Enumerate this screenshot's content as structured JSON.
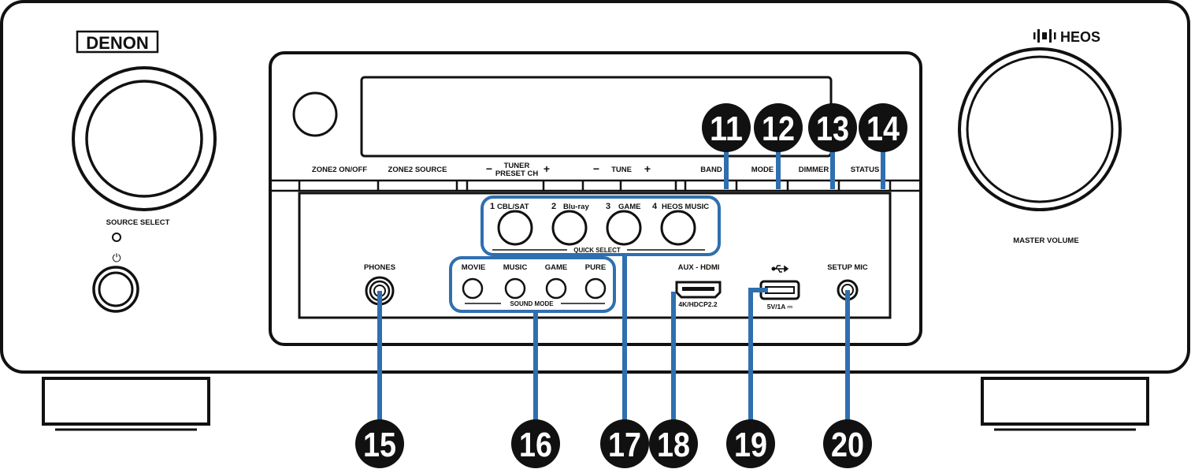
{
  "brand": {
    "logo": "DENON",
    "heos": "HEOS"
  },
  "knobs": {
    "source_select": "SOURCE SELECT",
    "master_volume": "MASTER VOLUME"
  },
  "power": {
    "symbol": "⏻"
  },
  "buttons": {
    "zone2_onoff": "ZONE2 ON/OFF",
    "zone2_source": "ZONE2 SOURCE",
    "tuner_line1": "TUNER",
    "tuner_line2": "PRESET CH",
    "tune": "TUNE",
    "minus": "−",
    "plus": "+",
    "band": "BAND",
    "mode": "MODE",
    "dimmer": "DIMMER",
    "status": "STATUS"
  },
  "quick_select": {
    "group_label": "QUICK SELECT",
    "items": [
      {
        "num": "1",
        "name": "CBL/SAT"
      },
      {
        "num": "2",
        "name": "Blu-ray"
      },
      {
        "num": "3",
        "name": "GAME"
      },
      {
        "num": "4",
        "name": "HEOS MUSIC"
      }
    ]
  },
  "sound_mode": {
    "group_label": "SOUND MODE",
    "items": [
      "MOVIE",
      "MUSIC",
      "GAME",
      "PURE"
    ]
  },
  "jacks": {
    "phones": "PHONES",
    "aux_hdmi": "AUX - HDMI",
    "hdmi_spec": "4K/HDCP2.2",
    "usb_spec": "5V/1A ⎓",
    "setup_mic": "SETUP MIC"
  },
  "callouts": [
    "11",
    "12",
    "13",
    "14",
    "15",
    "16",
    "17",
    "18",
    "19",
    "20"
  ],
  "colors": {
    "callout_line": "#2f6faf",
    "callout_badge": "#111111",
    "outline": "#111111"
  }
}
